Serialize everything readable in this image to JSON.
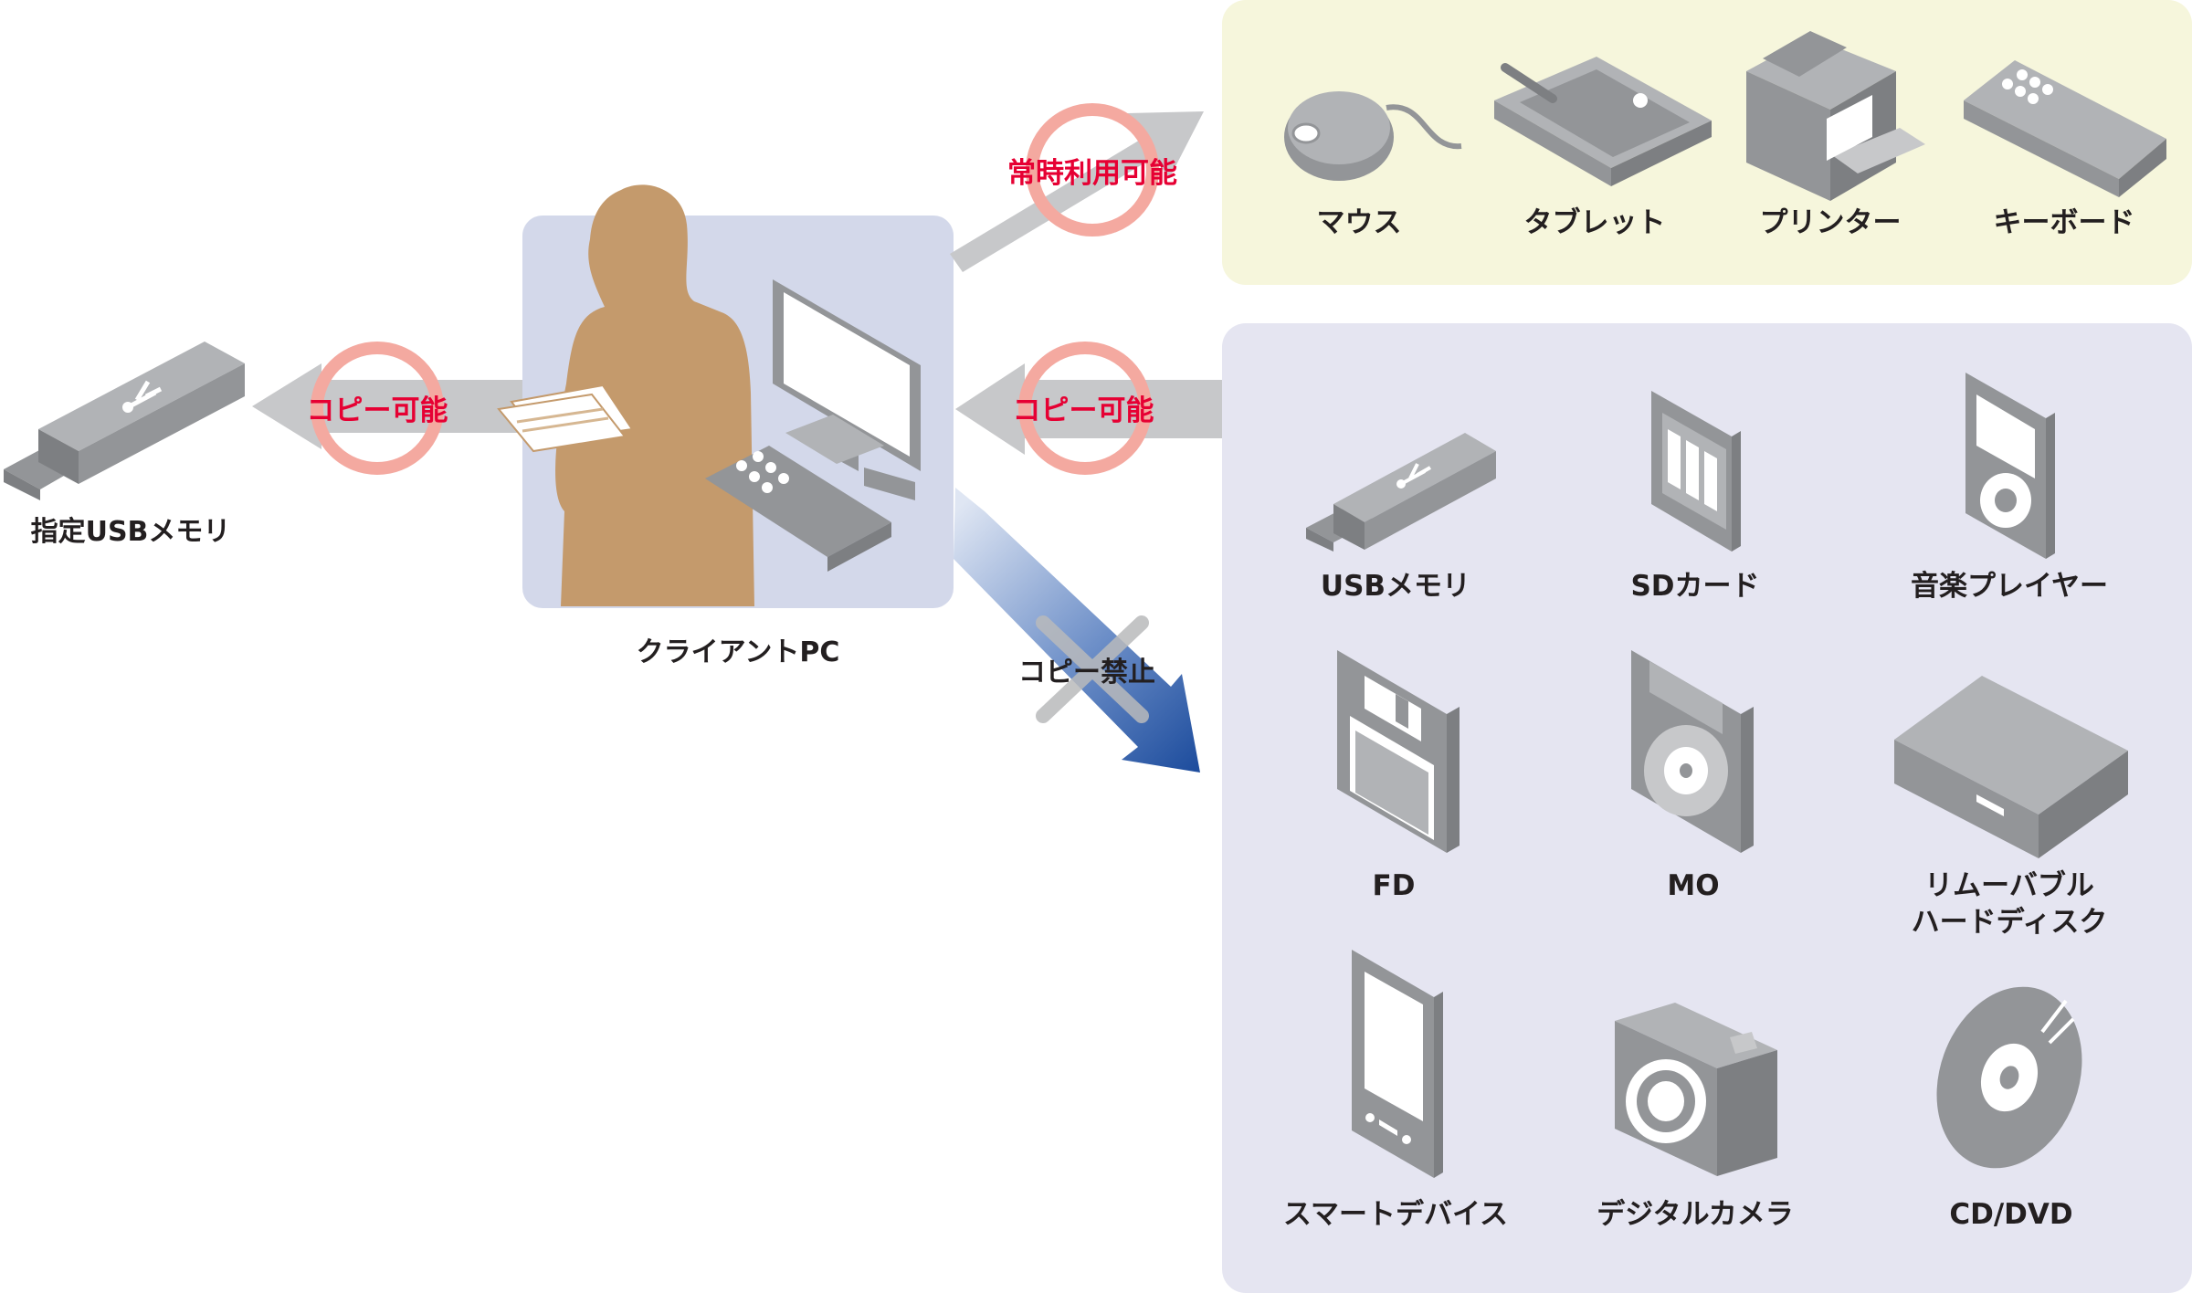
{
  "colors": {
    "accent_red": "#e60033",
    "ring": "#f4a9a0",
    "arrow_gray": "#c7c8ca",
    "icon_gray": "#939598",
    "input_panel": "#f6f6dc",
    "storage_panel": "#e5e5f1",
    "client_panel": "#d3d8ea",
    "person": "#c49a6c",
    "blue_arrow": "#1f4e9e"
  },
  "usb_left": {
    "label": "指定USBメモリ"
  },
  "client": {
    "label": "クライアントPC"
  },
  "flows": {
    "to_input": "常時利用可能",
    "to_usb": "コピー可能",
    "from_storage": "コピー可能",
    "to_storage": "コピー禁止"
  },
  "input_devices": [
    {
      "label": "マウス",
      "icon": "mouse-icon"
    },
    {
      "label": "タブレット",
      "icon": "tablet-icon"
    },
    {
      "label": "プリンター",
      "icon": "printer-icon"
    },
    {
      "label": "キーボード",
      "icon": "keyboard-icon"
    }
  ],
  "storage_devices": [
    {
      "label": "USBメモリ",
      "icon": "usb-memory-icon"
    },
    {
      "label": "SDカード",
      "icon": "sd-card-icon"
    },
    {
      "label": "音楽プレイヤー",
      "icon": "music-player-icon"
    },
    {
      "label": "FD",
      "icon": "floppy-disk-icon"
    },
    {
      "label": "MO",
      "icon": "mo-disk-icon"
    },
    {
      "label": "リムーバブル",
      "label2": "ハードディスク",
      "icon": "removable-hdd-icon"
    },
    {
      "label": "スマートデバイス",
      "icon": "smart-device-icon"
    },
    {
      "label": "デジタルカメラ",
      "icon": "digital-camera-icon"
    },
    {
      "label": "CD/DVD",
      "icon": "cd-dvd-icon"
    }
  ]
}
